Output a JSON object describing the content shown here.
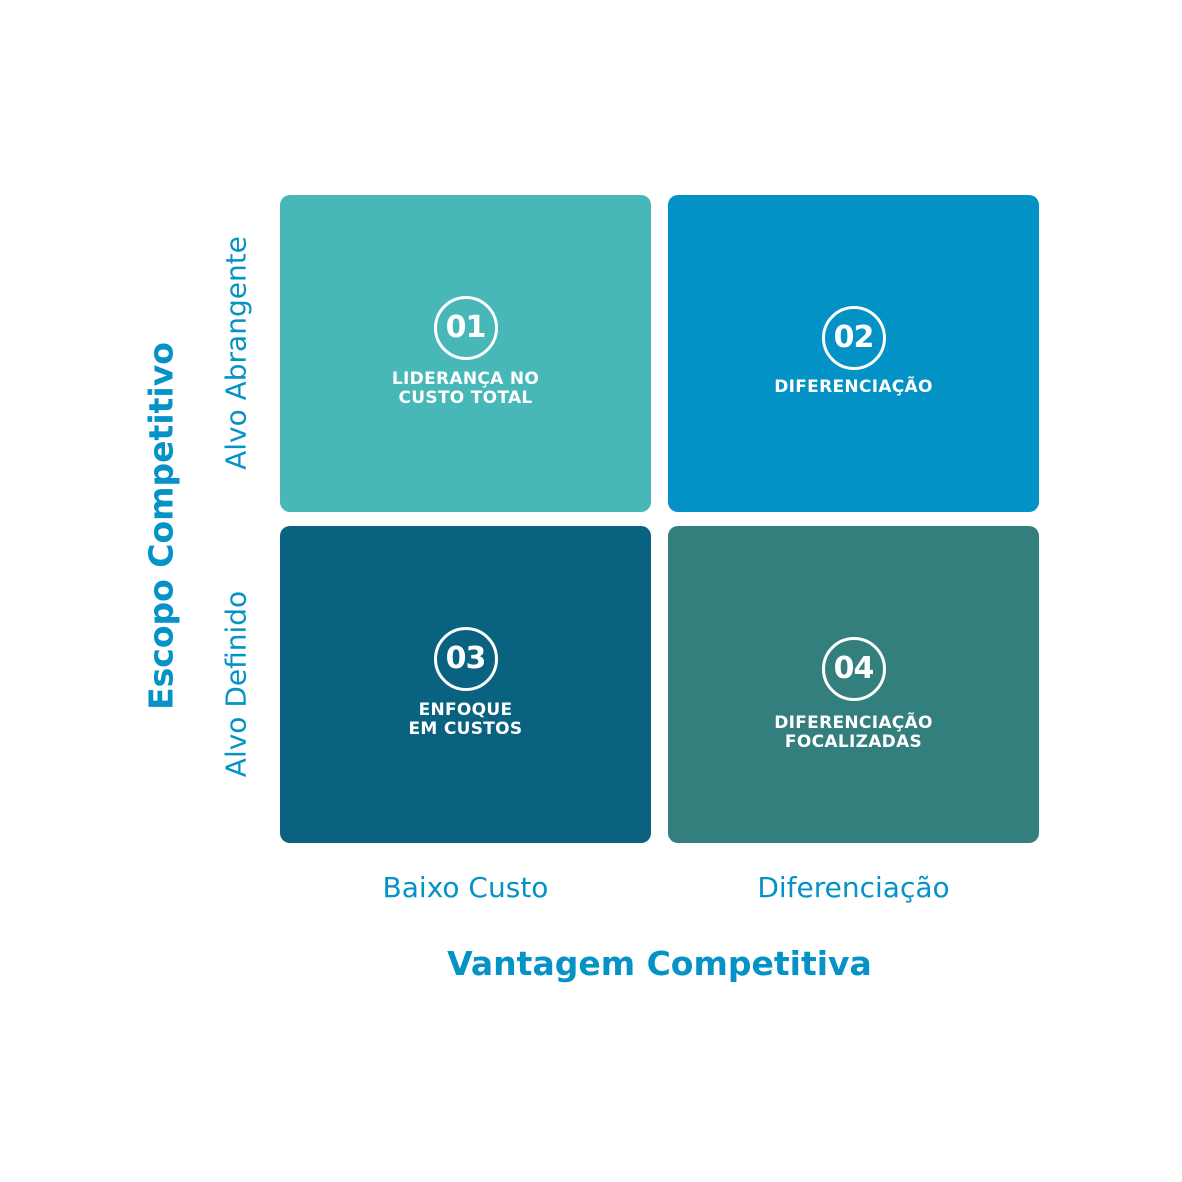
{
  "colors": {
    "axis_text": "#0592C6",
    "quadrant_1": "#47B8B7",
    "quadrant_2": "#0392C6",
    "quadrant_3": "#086280",
    "quadrant_4": "#327F7E",
    "badge_and_text": "#FFFFFF"
  },
  "axes": {
    "x_title": "Vantagem Competitiva",
    "y_title": "Escopo Competitivo",
    "columns": [
      "Baixo Custo",
      "Diferenciação"
    ],
    "rows": [
      "Alvo Abrangente",
      "Alvo Definido"
    ]
  },
  "quadrants": [
    {
      "number": "01",
      "label": "LIDERANÇA NO\nCUSTO TOTAL"
    },
    {
      "number": "02",
      "label": "DIFERENCIAÇÃO"
    },
    {
      "number": "03",
      "label": "ENFOQUE\nEM CUSTOS"
    },
    {
      "number": "04",
      "label": "DIFERENCIAÇÃO\nFOCALIZADAS"
    }
  ]
}
